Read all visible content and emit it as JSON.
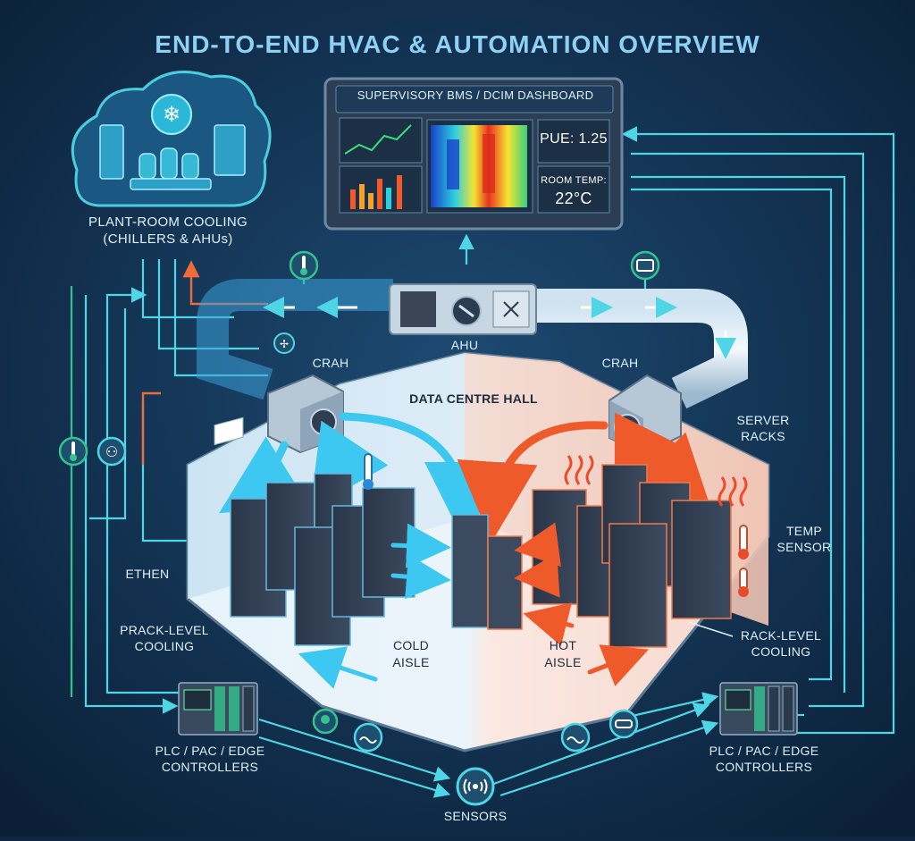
{
  "title": "END-TO-END HVAC & AUTOMATION OVERVIEW",
  "dashboard": {
    "title": "SUPERVISORY BMS / DCIM DASHBOARD",
    "pue": "PUE: 1.25",
    "room_temp_label": "ROOM TEMP:",
    "room_temp_value": "22°C"
  },
  "labels": {
    "plant_room_line1": "PLANT-ROOM COOLING",
    "plant_room_line2": "(CHILLERS & AHUs)",
    "ahu": "AHU",
    "crah_left": "CRAH",
    "crah_right": "CRAH",
    "data_centre_hall": "DATA CENTRE HALL",
    "server_racks_line1": "SERVER",
    "server_racks_line2": "RACKS",
    "temp_sensor_line1": "TEMP",
    "temp_sensor_line2": "SENSOR",
    "ethen": "ETHEN",
    "prack_line1": "PRACK-LEVEL",
    "prack_line2": "COOLING",
    "rack_level_line1": "RACK-LEVEL",
    "rack_level_line2": "COOLING",
    "cold_aisle_line1": "COLD",
    "cold_aisle_line2": "AISLE",
    "hot_aisle_line1": "HOT",
    "hot_aisle_line2": "AISLE",
    "plc_left_line1": "PLC / PAC / EDGE",
    "plc_left_line2": "CONTROLLERS",
    "plc_right_line1": "PLC / PAC / EDGE",
    "plc_right_line2": "CONTROLLERS",
    "sensors": "SENSORS"
  },
  "colors": {
    "background": "#0f2742",
    "cold": "#3cc8f0",
    "hot": "#f05a2a",
    "signal": "#4fd6e6",
    "green_signal": "#34c38f"
  }
}
